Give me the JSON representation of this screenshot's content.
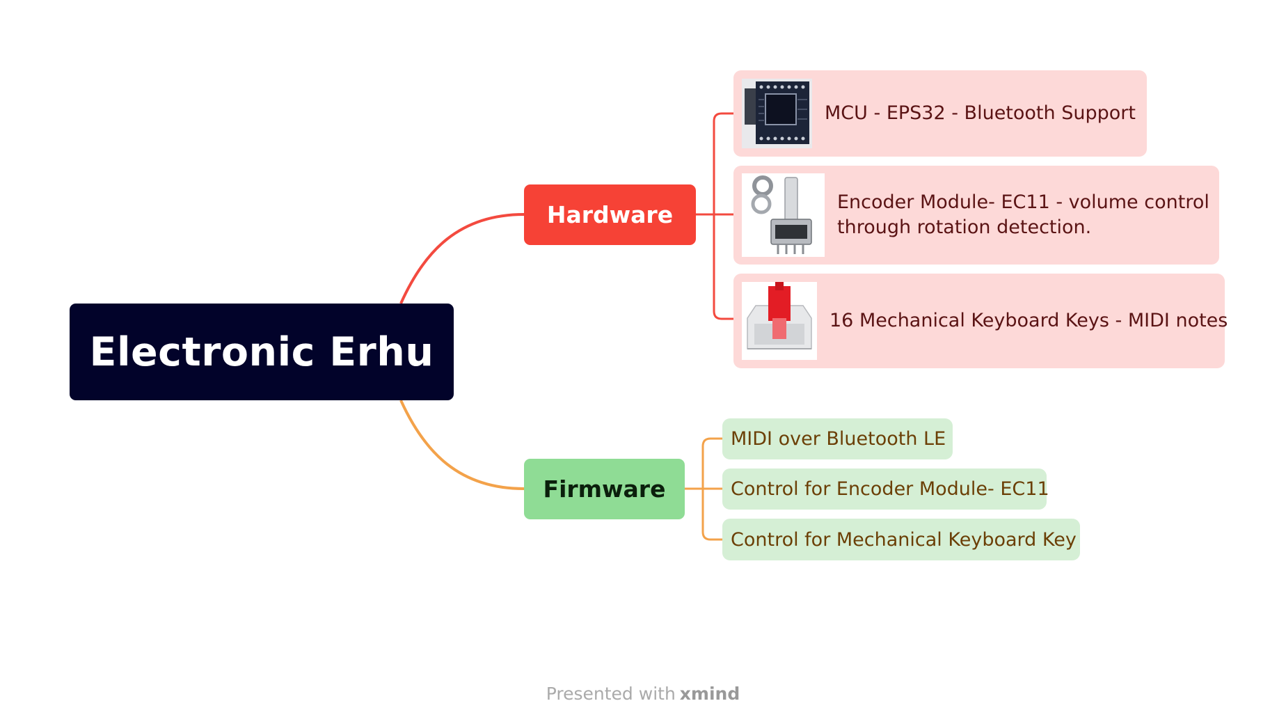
{
  "central": {
    "label": "Electronic Erhu"
  },
  "branches": [
    {
      "label": "Hardware",
      "color": "#f64236",
      "line_color": "#f34a3f",
      "children": [
        {
          "label": "MCU - EPS32 - Bluetooth Support",
          "image": "esp32-board-photo"
        },
        {
          "label": "Encoder Module- EC11  - volume control through rotation detection.",
          "image": "rotary-encoder-photo"
        },
        {
          "label": "16 Mechanical Keyboard Keys - MIDI notes",
          "image": "keyboard-switch-photo"
        }
      ]
    },
    {
      "label": "Firmware",
      "color": "#8fdc95",
      "line_color": "#f3a24a",
      "children": [
        {
          "label": "MIDI over Bluetooth LE"
        },
        {
          "label": "Control for Encoder Module- EC11"
        },
        {
          "label": "Control for Mechanical Keyboard Key"
        }
      ]
    }
  ],
  "footer": {
    "prefix": "Presented with",
    "brand": "xmind"
  }
}
